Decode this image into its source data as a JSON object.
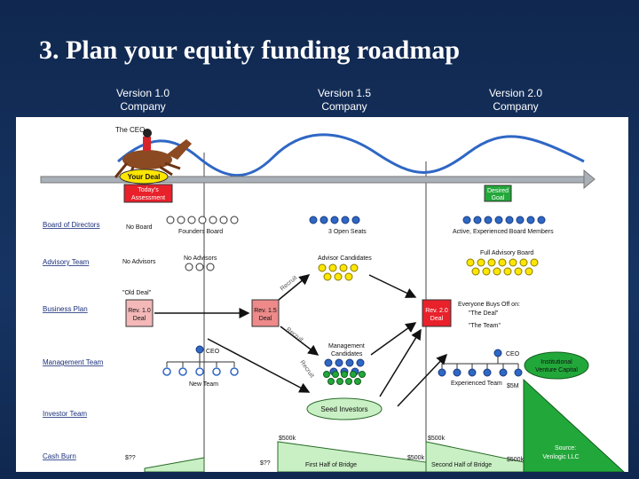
{
  "title": "3. Plan your equity funding roadmap",
  "versions": [
    {
      "line1": "Version 1.0",
      "line2": "Company"
    },
    {
      "line1": "Version 1.5",
      "line2": "Company"
    },
    {
      "line1": "Version 2.0",
      "line2": "Company"
    }
  ],
  "top": {
    "ceo": "The CEO",
    "your_deal": "Your Deal",
    "todays_assessment": [
      "Today's",
      "Assessment"
    ],
    "desired_goal": [
      "Desired",
      "Goal"
    ]
  },
  "rows": {
    "board": "Board of Directors",
    "advisory": "Advisory Team",
    "business_plan": "Business Plan",
    "management": "Management Team",
    "investor": "Investor Team",
    "cash_burn": "Cash Burn"
  },
  "board": {
    "no_board": "No Board",
    "founders": "Founders Board",
    "open_seats": "3 Open Seats",
    "active": "Active, Experienced Board Members"
  },
  "advisory": {
    "no_advisors": "No Advisors",
    "no_advisors2": "No Advisors",
    "candidates": "Advisor Candidates",
    "full": "Full Advisory Board"
  },
  "plan": {
    "old_deal": "\"Old Deal\"",
    "rev10": [
      "Rev. 1.0",
      "Deal"
    ],
    "rev15": [
      "Rev. 1.5",
      "Deal"
    ],
    "rev20": [
      "Rev. 2.0",
      "Deal"
    ],
    "recruit": "Recruit",
    "everyone": [
      "Everyone Buys Off on:",
      "\"The Deal\"",
      "\"The Team\""
    ]
  },
  "management": {
    "ceo": "CEO",
    "new_team": "New Team",
    "candidates": [
      "Management",
      "Candidates"
    ],
    "ceo2": "CEO",
    "experienced": "Experienced Team"
  },
  "investor": {
    "seed": "Seed Investors",
    "institutional": [
      "Institutional",
      "Venture Capital"
    ],
    "five_m": "$5M"
  },
  "cash": {
    "q1": "$??",
    "q2": "$??",
    "k500a": "$500k",
    "first_half": "First Half of Bridge",
    "k500b": "$500k",
    "k500c": "$500k",
    "second_half": "Second Half of Bridge",
    "k500d": "$500k",
    "source": [
      "Source:",
      "Venlogic LLC"
    ]
  },
  "colors": {
    "red": "#e8212b",
    "green": "#22a83a",
    "blue": "#2f67c4",
    "light_green": "#c9f0c4",
    "pink": "#f4b8b8"
  }
}
